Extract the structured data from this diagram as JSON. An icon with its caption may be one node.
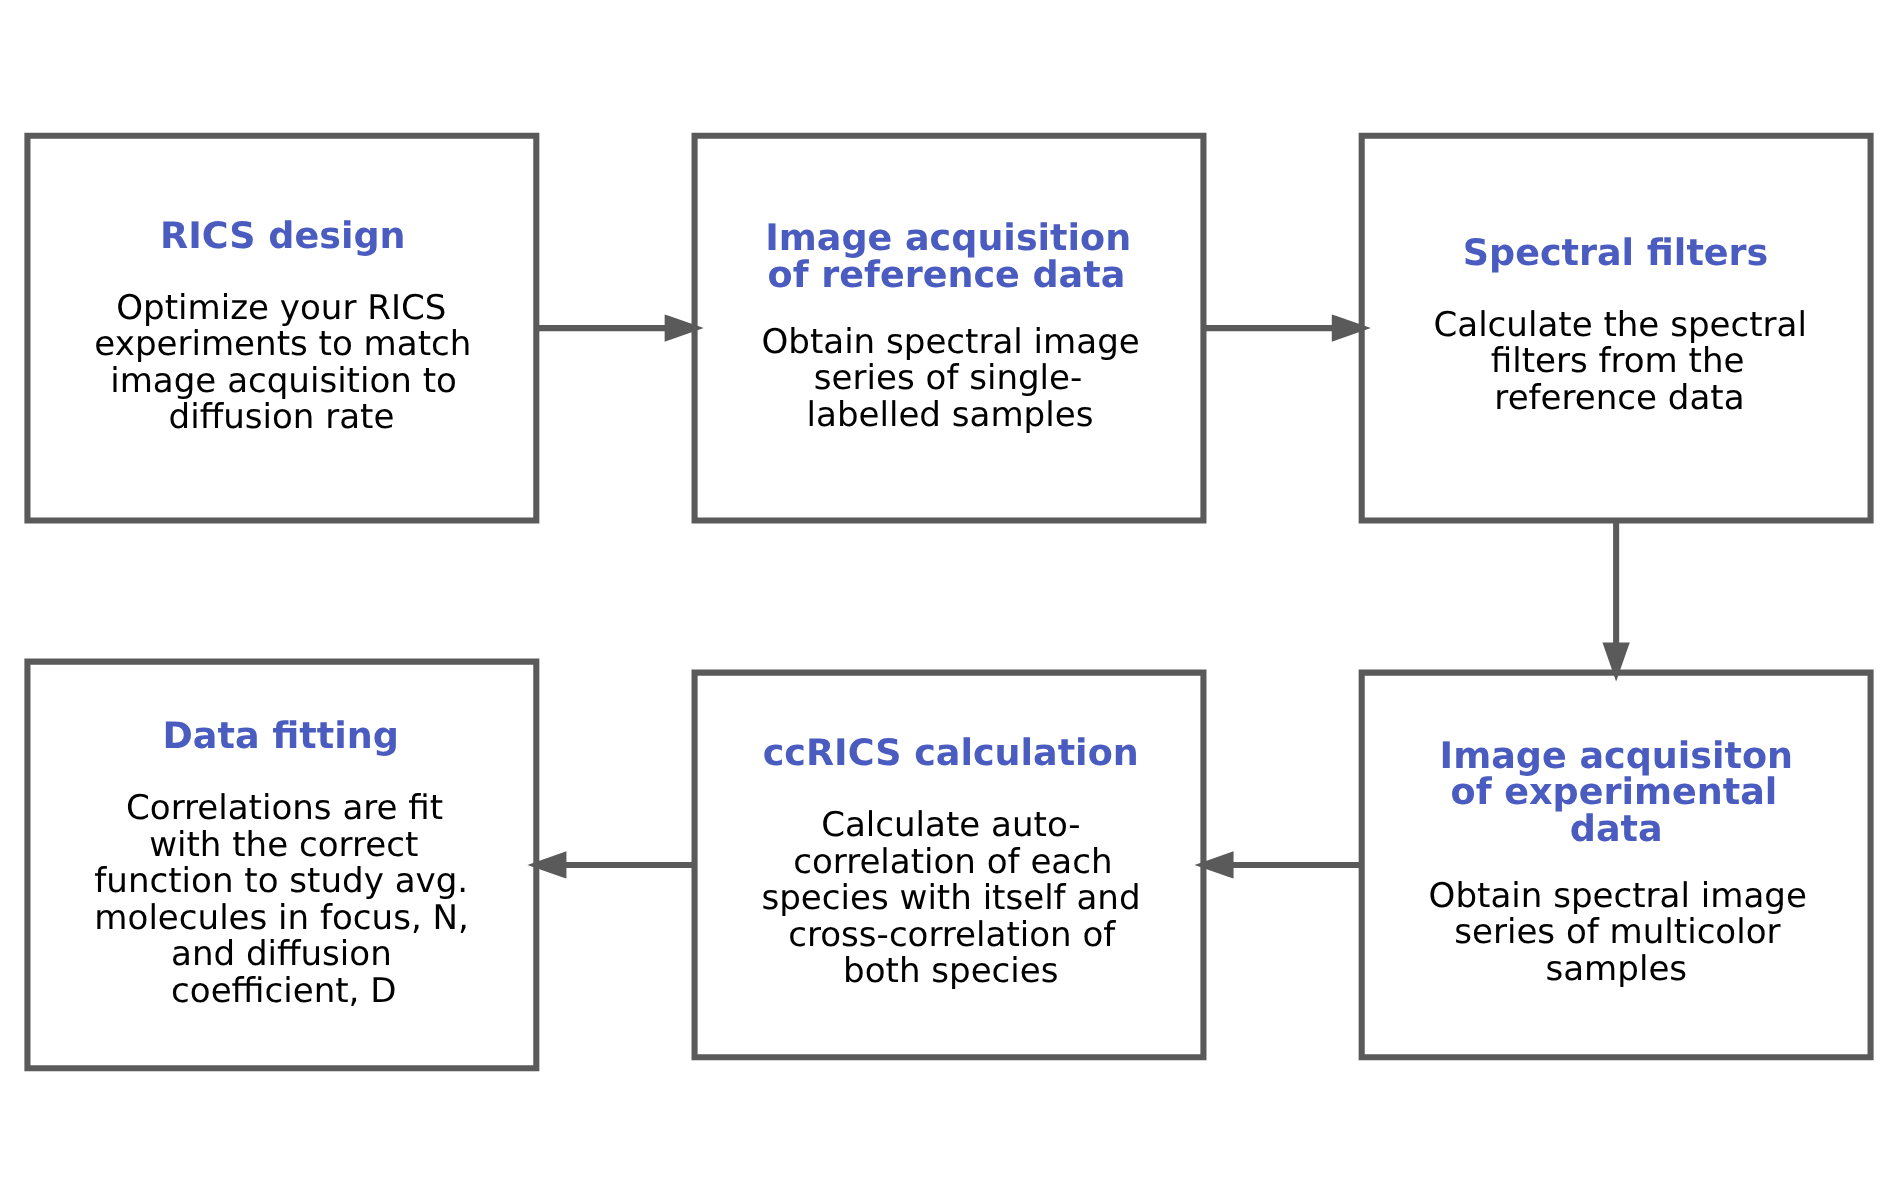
{
  "diagram": {
    "nodes": [
      {
        "text": [
          "RICS design",
          "Optimize your RICS experiments to match image acquisition to diffusion rate"
        ]
      },
      {
        "text": [
          "Image acquisition of reference data",
          "Obtain spectral image series of single-labelled samples"
        ]
      },
      {
        "text": [
          "Spectral filters",
          "Calculate the spectral filters from the reference data"
        ]
      },
      {
        "text": [
          "Image acquisiton of experimental data",
          "Obtain spectral image series of multicolor samples"
        ]
      },
      {
        "text": [
          "ccRICS calculation",
          "Calculate auto-correlation of each species with itself and cross-correlation of both species"
        ]
      },
      {
        "text": [
          "Data fitting",
          "Correlations are fit with the correct function to study avg. molecules in focus, N, and diffusion coefficient, D"
        ]
      }
    ],
    "edges": [
      {
        "from": 0,
        "to": 1,
        "arrow": "to"
      },
      {
        "from": 1,
        "to": 2,
        "arrow": "to"
      },
      {
        "from": 2,
        "to": 3,
        "arrow": "to"
      },
      {
        "from": 3,
        "to": 4,
        "arrow": "to"
      },
      {
        "from": 4,
        "to": 5,
        "arrow": "to"
      }
    ]
  }
}
